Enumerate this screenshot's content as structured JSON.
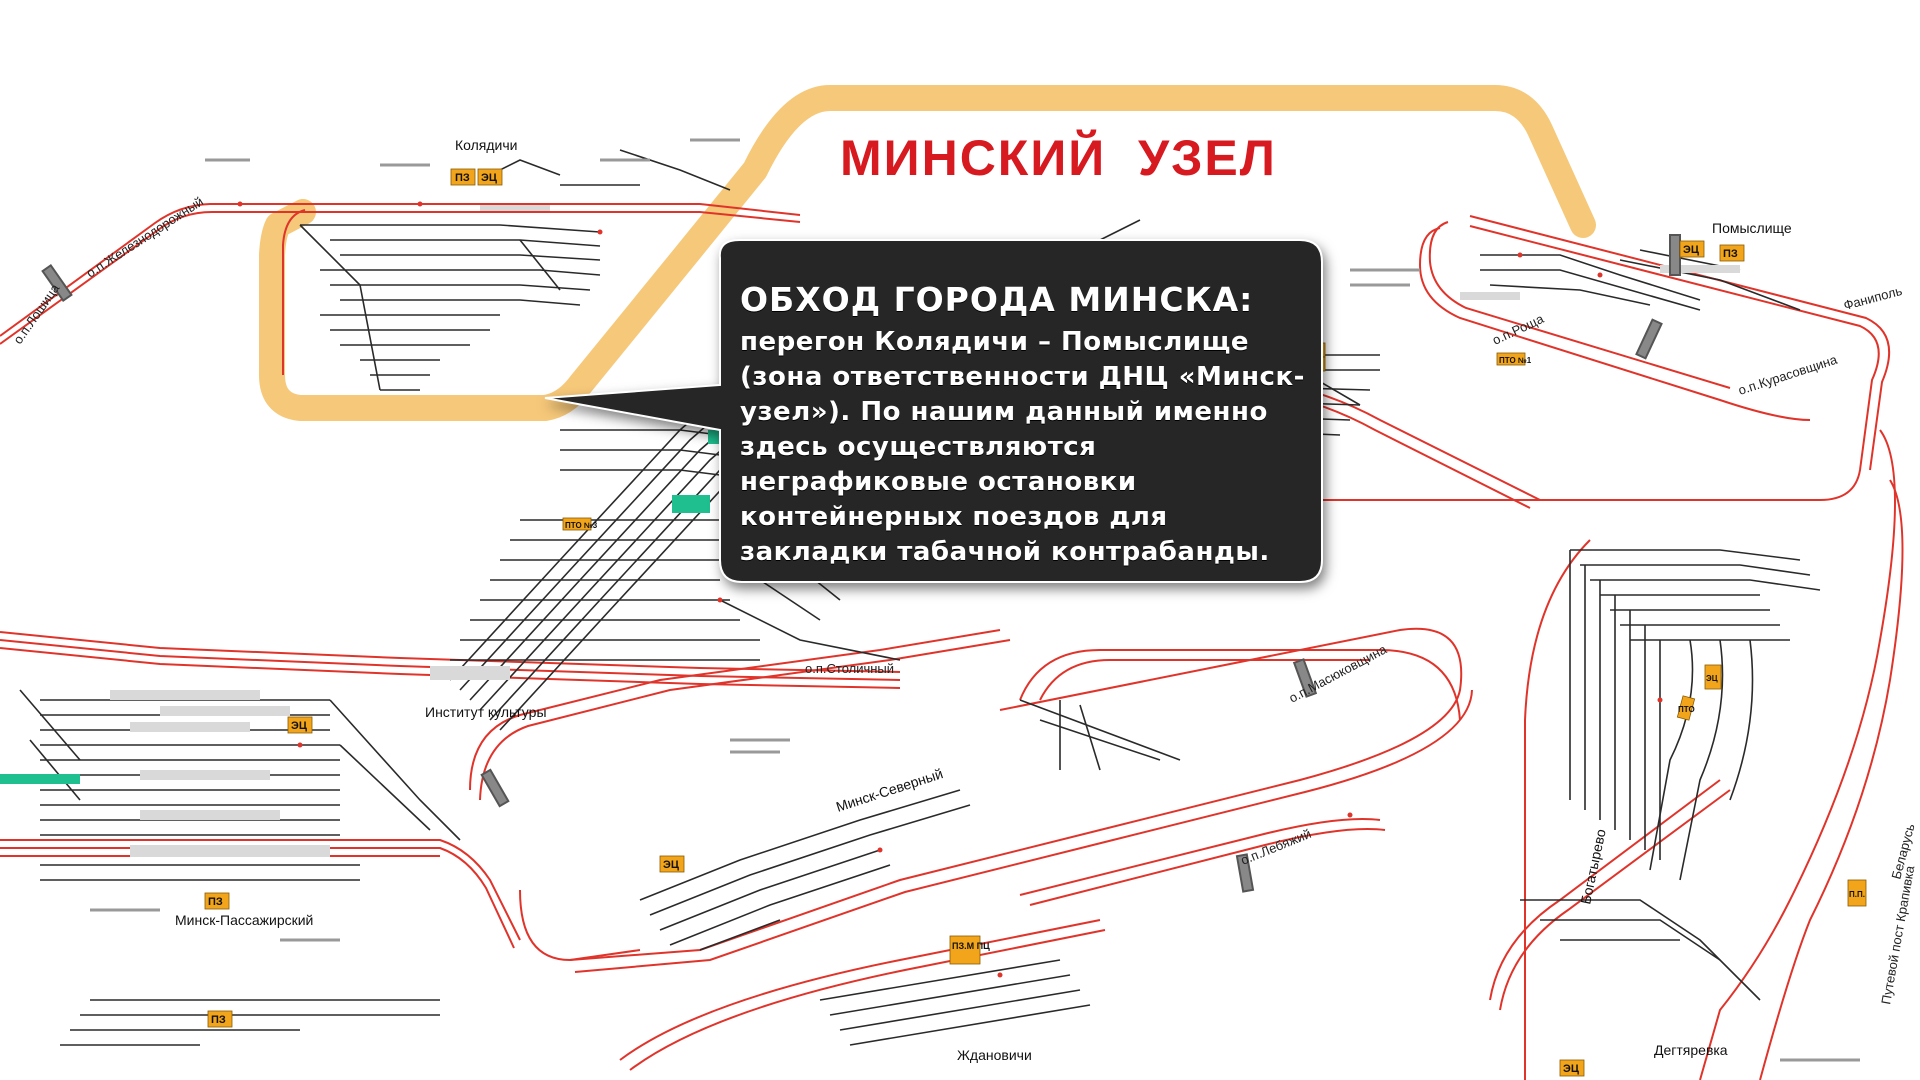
{
  "map": {
    "title": "МИНСКИЙ  УЗЕЛ",
    "colors": {
      "track_main": "#e0342b",
      "track_station": "#2a2a2a",
      "highlight": "#f5c26b",
      "title": "#d71920",
      "badge": "#f2a51a",
      "callout_bg": "#262626",
      "platform": "#d9d9d9",
      "depot": "#1fbf8f"
    },
    "stations": {
      "koliadichi": "Колядичи",
      "pomyslishche": "Помыслище",
      "minsk_passazhirsky": "Минск-Пассажирский",
      "minsk_severny": "Минск-Северный",
      "zhdanovichi": "Ждановичи",
      "bogatyrevo": "Богатырево",
      "degtiarevka": "Дегтяревка",
      "institut_kultury": "Институт культуры"
    },
    "stops": {
      "zheleznodorozhny": "о.п.Железнодорожный",
      "loshitsa": "о.п.Лошица",
      "roshcha": "о.п.Роща",
      "kurasovshchina": "о.п.Курасовщина",
      "fanipol": "Фаниполь",
      "stolichny": "о.п.Столичный",
      "masyukovshchina": "о.п.Масюковщина",
      "lebyazhy": "о.п.Лебяжий",
      "belarus": "Беларусь",
      "post_krapivka": "Путевой пост Крапивка"
    },
    "badges": {
      "pz": "ПЗ",
      "ets": "ЭЦ",
      "pto1": "ПТО №1",
      "pto3": "ПТО №3",
      "pto": "ПТО",
      "pzm_pts": "ПЗ.М ПЦ",
      "pp": "П.П."
    }
  },
  "callout": {
    "heading": "ОБХОД ГОРОДА МИНСКА:",
    "body": "перегон Колядичи – Помыслище (зона ответственности ДНЦ «Минск-узел»). По нашим данный именно здесь осуществляются неграфиковые остановки контейнерных поездов для закладки табачной контрабанды."
  }
}
